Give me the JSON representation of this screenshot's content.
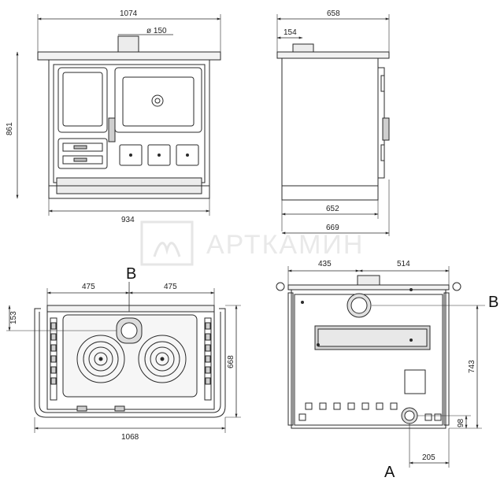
{
  "front_view": {
    "width_top": "1074",
    "flue_diameter": "ø 150",
    "height": "861",
    "width_body": "934"
  },
  "side_view": {
    "depth_top": "658",
    "flue_offset": "154",
    "depth_body": "652",
    "depth_overall": "669"
  },
  "top_view": {
    "section_marker": "B",
    "half_left": "475",
    "half_right": "475",
    "flue_from_back": "153",
    "depth": "668",
    "width": "1068"
  },
  "rear_view": {
    "left_offset": "435",
    "right_offset": "514",
    "marker_b": "B",
    "flue_height": "743",
    "bottom_outlet_height": "98",
    "bottom_outlet_offset": "205",
    "marker_a": "A"
  },
  "watermark": {
    "text": "АРТКАМИН"
  },
  "colors": {
    "line": "#2a2a2a",
    "fill_panel": "#e4e4e4",
    "fill_dark": "#bdbdbd",
    "watermark": "#e9e9e9"
  }
}
